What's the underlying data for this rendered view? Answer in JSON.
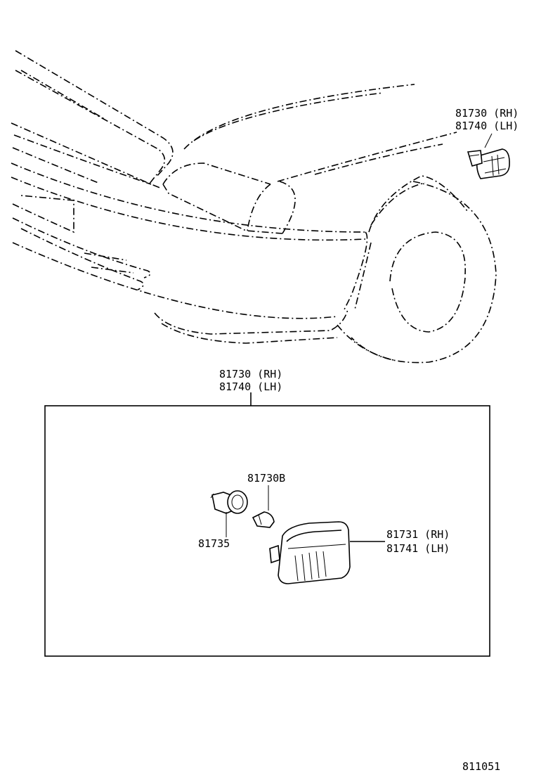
{
  "labels": {
    "top_callout": {
      "line1": "81730 (RH)",
      "line2": "81740 (LH)"
    },
    "box_callout": {
      "line1": "81730 (RH)",
      "line2": "81740 (LH)"
    },
    "bulb_socket": "81730B",
    "bulb": "81735",
    "lens_housing": {
      "line1": "81731 (RH)",
      "line2": "81741 (LH)"
    },
    "figure_number": "811051"
  }
}
